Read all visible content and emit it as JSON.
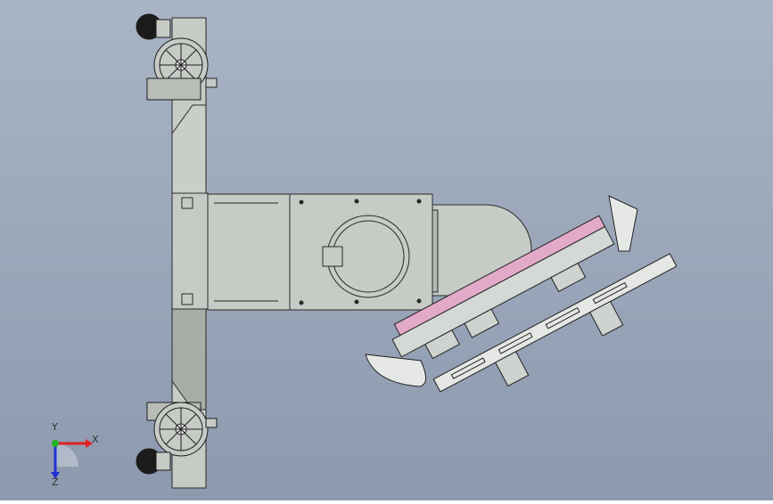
{
  "viewport": {
    "background_top": "#a7b2c3",
    "background_bottom": "#8e9ab0",
    "part_fill": "#c6cbc6",
    "part_fill_dark": "#a9aea9",
    "edge_color": "#2a2a2a",
    "accent_pink": "#e6a6c8"
  },
  "triad": {
    "x_label": "X",
    "y_label": "Y",
    "z_label": "Z",
    "x_color": "#e02020",
    "y_color": "#20b020",
    "z_color": "#2030d0"
  }
}
